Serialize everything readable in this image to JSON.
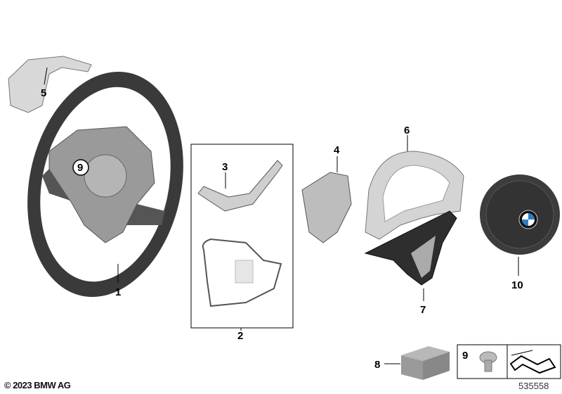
{
  "diagram": {
    "callouts": [
      {
        "id": "1",
        "label": "1"
      },
      {
        "id": "2",
        "label": "2"
      },
      {
        "id": "3",
        "label": "3"
      },
      {
        "id": "4",
        "label": "4"
      },
      {
        "id": "5",
        "label": "5"
      },
      {
        "id": "6",
        "label": "6"
      },
      {
        "id": "7",
        "label": "7"
      },
      {
        "id": "8",
        "label": "8"
      },
      {
        "id": "9",
        "label": "9"
      },
      {
        "id": "9b",
        "label": "9"
      },
      {
        "id": "10",
        "label": "10"
      }
    ],
    "parts": [
      "steering-wheel",
      "wiring-harness-box",
      "bracket",
      "cover-plate",
      "trim-cover",
      "trim-frame",
      "lower-trim",
      "repair-kit",
      "screw",
      "airbag"
    ],
    "image_number": "535558",
    "copyright": "© 2023 BMW AG"
  },
  "colors": {
    "line": "#000000",
    "part_dark": "#3a3a3a",
    "part_mid": "#8a8a8a",
    "part_light": "#c8c8c8",
    "bmw_blue": "#2f7ec4"
  }
}
